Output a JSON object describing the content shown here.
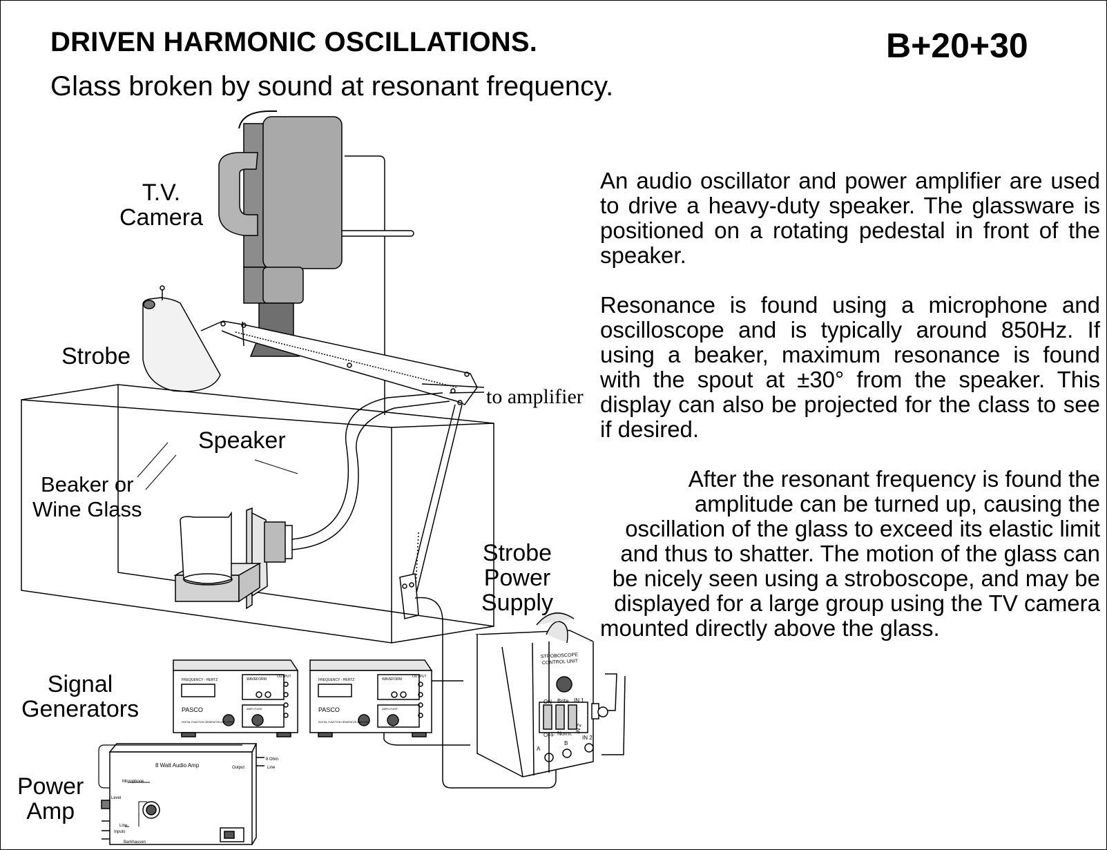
{
  "header": {
    "title": "DRIVEN HARMONIC OSCILLATIONS.",
    "code": "B+20+30",
    "subtitle": "Glass broken by sound at resonant frequency."
  },
  "labels": {
    "tv_camera": [
      "T.V.",
      "Camera"
    ],
    "strobe": "Strobe",
    "speaker": "Speaker",
    "glass": [
      "Beaker or",
      "Wine Glass"
    ],
    "to_amplifier": "to amplifier",
    "strobe_power_supply": [
      "Strobe",
      "Power",
      "Supply"
    ],
    "signal_generators": [
      "Signal",
      "Generators"
    ],
    "power_amp": [
      "Power",
      "Amp"
    ]
  },
  "devices": {
    "signal_generator": {
      "header": "FREQUENCY - HERTZ",
      "waveform": "WAVEFORM",
      "output": "OUTPUT",
      "brand": "PASCO",
      "model": "DIGITAL FUNCTION GENERATOR-AMPLIFIER",
      "amplitude": "AMPLITUDE"
    },
    "audio_amp": {
      "title": "8 Watt Audio Amp",
      "output": "Output",
      "ohm": "8 Ohm",
      "line": "Line",
      "microphone": "Microphone",
      "level": "Level",
      "line_in": "Line",
      "inputs": "Inputs",
      "barkhausen": "Barkhausen"
    },
    "stroboscope": {
      "title": [
        "STROBOSCOPE",
        "CONTROL UNIT"
      ],
      "switch_on": "ON",
      "switch_brite": "Brite",
      "switch_in1": "IN 1",
      "switch_off": "OFF",
      "switch_norm": "Norm.",
      "switch_in2": "IN 2",
      "jack_a": "A",
      "jack_b": "B",
      "jack_in2": "IN 2"
    }
  },
  "description": [
    "An audio oscillator and power amplifier are used to drive a heavy-duty speaker. The glassware is positioned on a rotating pedestal in front of the speaker.",
    "Resonance is found using a microphone and oscilloscope and is typically around 850Hz. If using a beaker, maximum resonance is found with the spout at ±30° from the speaker. This display can also be projected  for the class to see if desired.",
    "After the resonant frequency is found the amplitude can be turned up, causing the oscillation of the glass to exceed its elastic limit and thus to shatter. The motion of the glass can be nicely seen using a stroboscope, and may be displayed for a large group using the TV camera mounted directly above the glass."
  ],
  "colors": {
    "camera_body": "#a9a9a9",
    "camera_dark": "#8c8c8c",
    "strobe_lamp": "#f2f2f2",
    "line": "#000000"
  }
}
